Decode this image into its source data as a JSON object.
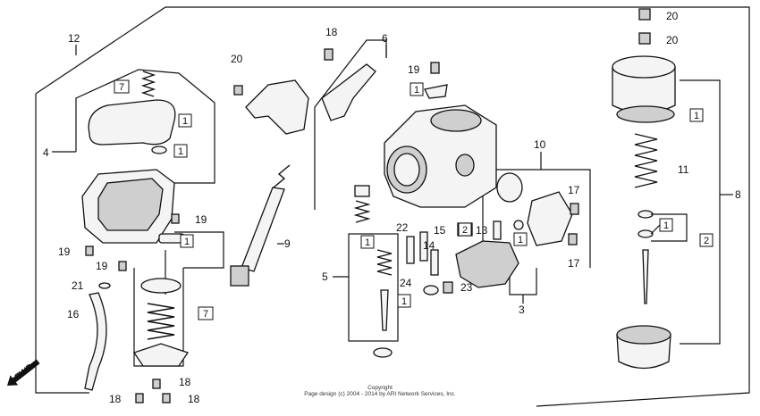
{
  "labels": {
    "l2": "2",
    "l3": "3",
    "l4": "4",
    "l5": "5",
    "l6": "6",
    "l7": "7",
    "l8": "8",
    "l9": "9",
    "l10": "10",
    "l11": "11",
    "l12": "12",
    "l13": "13",
    "l14": "14",
    "l15": "15",
    "l16": "16",
    "l17": "17",
    "l18": "18",
    "l19": "19",
    "l20": "20",
    "l21": "21",
    "l22": "22",
    "l23": "23",
    "l24": "24",
    "l1": "1"
  },
  "fwd": "FWD",
  "copyright": {
    "line1": "Copyright",
    "line2": "Page design (c) 2004 - 2014 by ARI Network Services, Inc."
  }
}
